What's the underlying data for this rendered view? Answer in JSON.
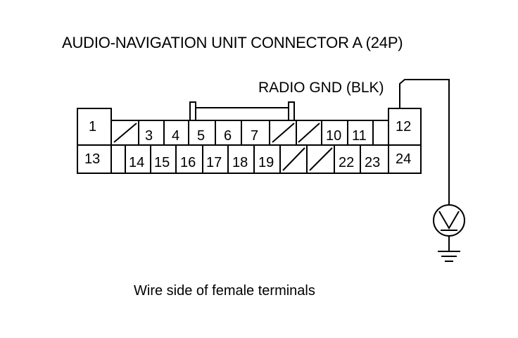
{
  "title": "AUDIO-NAVIGATION UNIT CONNECTOR A (24P)",
  "wire_label": "RADIO GND (BLK)",
  "caption": "Wire side of female terminals",
  "meter_symbol": "voltmeter-icon",
  "ground_symbol": "ground-icon",
  "terminals_top": [
    {
      "label": "1"
    },
    {
      "label": ""
    },
    {
      "label": "3"
    },
    {
      "label": "4"
    },
    {
      "label": "5"
    },
    {
      "label": "6"
    },
    {
      "label": "7"
    },
    {
      "label": ""
    },
    {
      "label": ""
    },
    {
      "label": "10"
    },
    {
      "label": "11"
    },
    {
      "label": "12"
    }
  ],
  "terminals_bottom": [
    {
      "label": "13"
    },
    {
      "label": "14"
    },
    {
      "label": "15"
    },
    {
      "label": "16"
    },
    {
      "label": "17"
    },
    {
      "label": "18"
    },
    {
      "label": "19"
    },
    {
      "label": ""
    },
    {
      "label": ""
    },
    {
      "label": "22"
    },
    {
      "label": "23"
    },
    {
      "label": "24"
    }
  ]
}
